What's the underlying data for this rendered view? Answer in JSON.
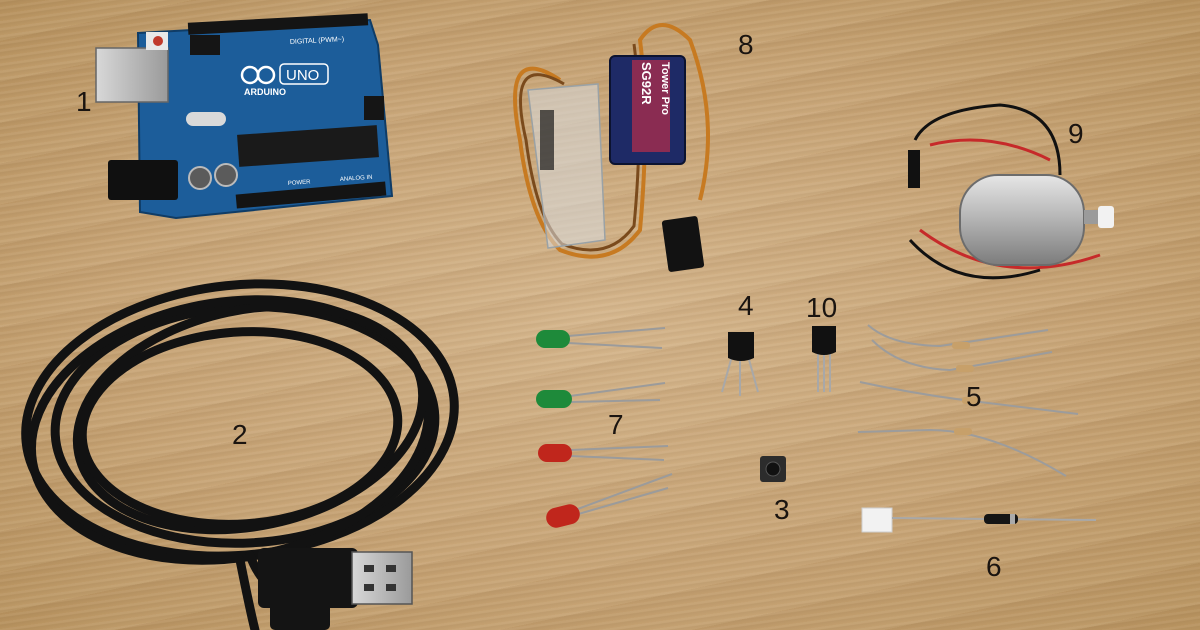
{
  "photo": {
    "labels": [
      "1",
      "2",
      "3",
      "4",
      "5",
      "6",
      "7",
      "8",
      "9",
      "10"
    ],
    "board": {
      "logo": "ARDUINO",
      "model": "UNO",
      "header_top": "DIGITAL (PWM~)",
      "header_power": "POWER",
      "header_analog": "ANALOG IN"
    },
    "servo": {
      "brand": "Tower Pro",
      "model": "SG92R"
    }
  }
}
